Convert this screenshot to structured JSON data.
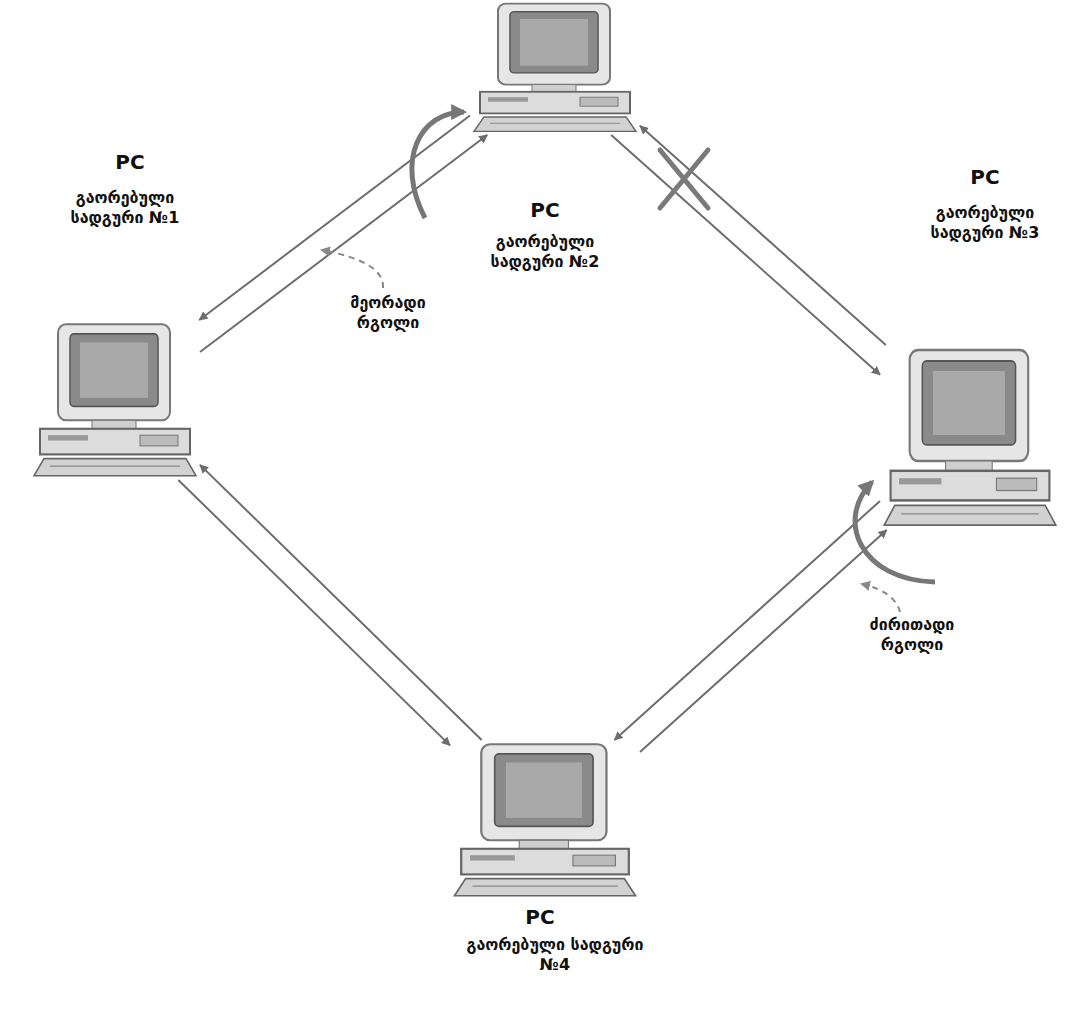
{
  "diagram": {
    "nodes": [
      {
        "text": [
          "PC",
          "გაორებული სადგური №1"
        ]
      },
      {
        "text": [
          "PC",
          "გაორებული სადგური №2"
        ]
      },
      {
        "text": [
          "PC",
          "გაორებული სადგური №3"
        ]
      },
      {
        "text": [
          "PC",
          "გაორებული სადგური №4"
        ]
      }
    ],
    "edges": [
      {
        "from": 0,
        "to": 1,
        "arrow": "to"
      },
      {
        "from": 1,
        "to": 0,
        "arrow": "to"
      },
      {
        "from": 1,
        "to": 2,
        "arrow": "to"
      },
      {
        "from": 2,
        "to": 1,
        "arrow": "to"
      },
      {
        "from": 2,
        "to": 3,
        "arrow": "to"
      },
      {
        "from": 3,
        "to": 2,
        "arrow": "to"
      },
      {
        "from": 3,
        "to": 0,
        "arrow": "to"
      },
      {
        "from": 0,
        "to": 3,
        "arrow": "to"
      }
    ],
    "labels": [
      "მეორადი რგოლი",
      "ძირითადი რგოლი"
    ]
  }
}
